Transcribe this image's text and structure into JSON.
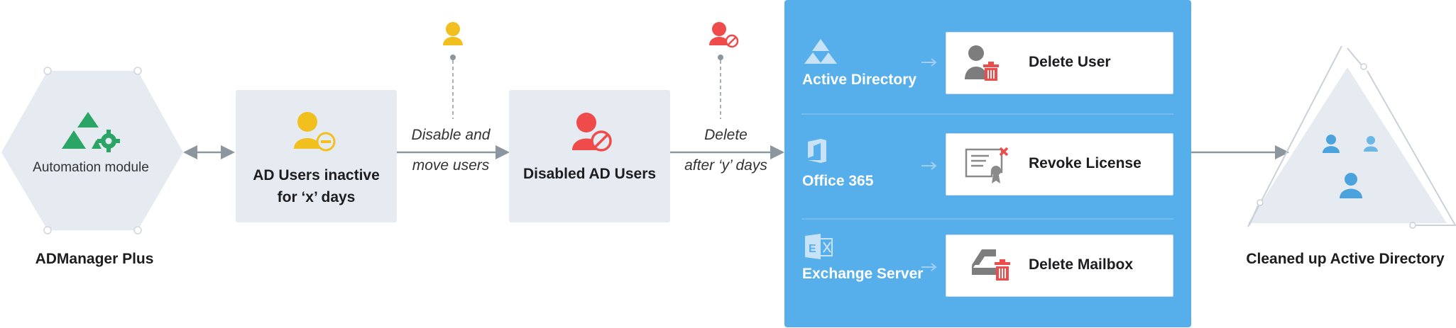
{
  "automation": {
    "module_label": "Automation module",
    "product_label": "ADManager Plus"
  },
  "step_inactive": {
    "line1": "AD Users inactive",
    "line2": "for ‘x’ days"
  },
  "transition_disable": {
    "line1": "Disable and",
    "line2": "move users"
  },
  "step_disabled": {
    "label": "Disabled AD Users"
  },
  "transition_delete": {
    "line1": "Delete",
    "line2": "after ‘y’ days"
  },
  "panel": {
    "rows": [
      {
        "system": "Active Directory",
        "action": "Delete User"
      },
      {
        "system": "Office 365",
        "action": "Revoke License"
      },
      {
        "system": "Exchange Server",
        "action": "Delete Mailbox"
      }
    ]
  },
  "result": {
    "label": "Cleaned up Active Directory"
  },
  "colors": {
    "panel_blue": "#56aeea",
    "user_yellow": "#f2c01e",
    "user_red": "#ef4b4b",
    "automation_green": "#2ba566",
    "result_user_blue": "#4aa3dc",
    "box_gray": "#e5ebf0",
    "arrow_gray": "#8b969e"
  },
  "icons": {
    "automation": "automation-gear-triangles-icon",
    "inactive_user": "inactive-user-icon",
    "disabled_user": "disabled-user-icon",
    "active_directory": "active-directory-icon",
    "office365": "office365-icon",
    "exchange": "exchange-icon",
    "delete_user": "delete-user-icon",
    "revoke_license": "revoke-license-icon",
    "delete_mailbox": "delete-mailbox-icon"
  }
}
